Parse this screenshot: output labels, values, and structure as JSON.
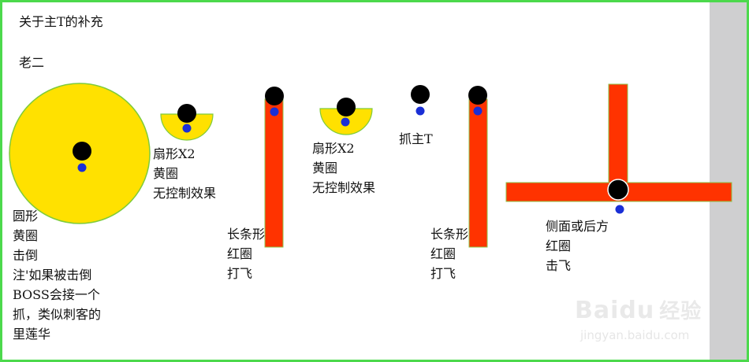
{
  "title": "关于主T的补充",
  "subtitle": "老二",
  "labels": {
    "circle": [
      "圆形",
      "黄圈",
      "击倒",
      "注'如果被击倒",
      "BOSS会接一个",
      "抓，类似刺客的",
      "里莲华"
    ],
    "fan1": [
      "扇形X2",
      "黄圈",
      "无控制效果"
    ],
    "bar1": [
      "长条形",
      "红圈",
      "打飞"
    ],
    "fan2": [
      "扇形X2",
      "黄圈",
      "无控制效果"
    ],
    "grab": [
      "抓主T"
    ],
    "bar2": [
      "长条形",
      "红圈",
      "打飞"
    ],
    "tshape": [
      "侧面或后方",
      "红圈",
      "击飞"
    ]
  },
  "watermark": {
    "logo": "Bai",
    "paw": "du",
    "cn": "经验",
    "url": "jingyan.baidu.com"
  },
  "colors": {
    "yellow": "#ffe100",
    "yellow_edge": "#7ecb3a",
    "red": "#ff3300",
    "red_edge": "#8bc34a",
    "boss": "#000000",
    "player": "#1a2fd6",
    "border": "#4cd94c"
  }
}
